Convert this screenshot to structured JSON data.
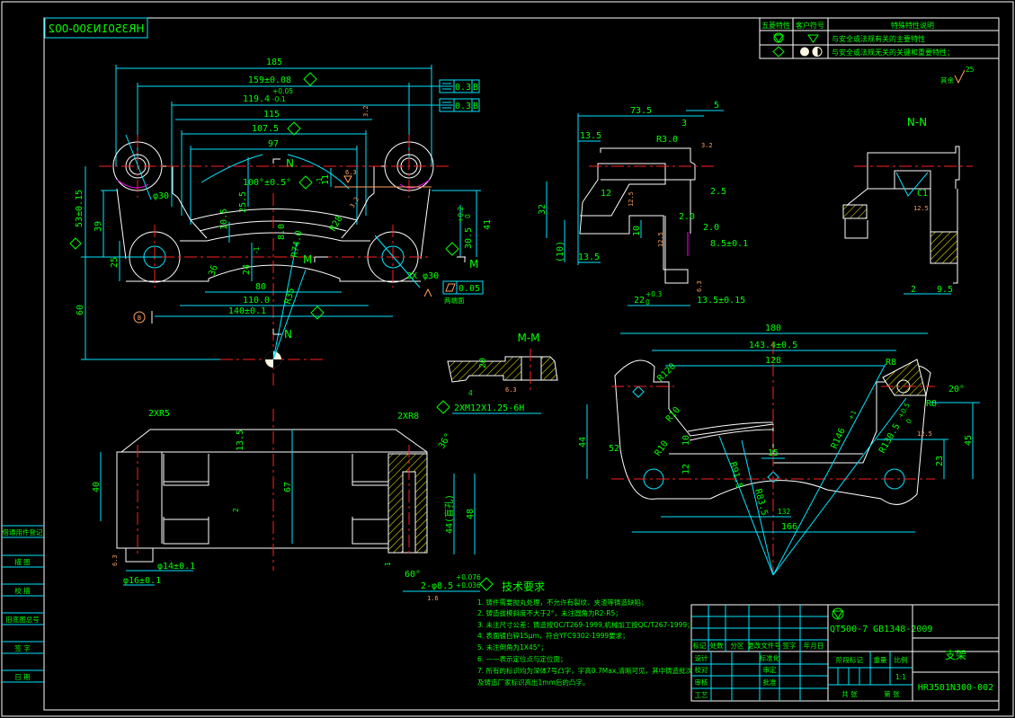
{
  "drawing": {
    "mirrored_code": "HR3501N300-002",
    "colors": {
      "background": "#000000",
      "outline": "#ffffff",
      "dimension": "#00e5ff",
      "text": "#00ff00",
      "centerline": "#ff2020",
      "surface_mark": "#ffa060"
    }
  },
  "legend_table": {
    "headers": [
      "五菱特性",
      "客户符号",
      "特殊特性说明"
    ],
    "rows": [
      {
        "wuling_symbol": "triangle-in-circle",
        "customer_symbol": "triangle",
        "desc": "与安全或法规有关的主要特性"
      },
      {
        "wuling_symbol": "diamond",
        "customer_symbol": "double-circle",
        "desc": "与安全或法规无关的关键和重要特性；"
      }
    ],
    "remaining_note": "其余",
    "remaining_roughness": "25"
  },
  "main_view": {
    "dims": {
      "d185": "185",
      "d159": "159±0.08",
      "d119": "119.4",
      "d119_tol": "+0.05",
      "d119_tol2": "-0.1",
      "d115": "115",
      "d107": "107.5",
      "d97": "97",
      "arrow_n_top": "N",
      "angle": "100°±0.5°",
      "d25_5": "25.5",
      "d10_5": "10.5",
      "d8": "8.0",
      "r74": "R74.0",
      "d36": "36",
      "d24": "24",
      "d24_tol": "-1",
      "d39": "39",
      "d53": "53±0.15",
      "d25": "25",
      "d60": "60",
      "d80": "80",
      "d110": "110.0",
      "d140": "140±0.1",
      "r35": "R35",
      "phi30": "φ30",
      "d11": "11",
      "d11_tol": "-1",
      "d41": "41",
      "d30_5": "30.5",
      "d30_5_tol": "+0.2",
      "d30_5_tol2": "0",
      "m_label": "M",
      "m_label2": "M",
      "n_label_bottom": "N",
      "hole2": "2X φ30",
      "flatness": "0.05",
      "datum_b": "B",
      "rough_63": "6.3",
      "rough_32": "3.2",
      "rough_32b": "3.2",
      "r28": "R28",
      "flat_note": "两端面"
    },
    "tol_frames": [
      {
        "symbol": "symmetry",
        "value": "0.3",
        "datum": "B"
      },
      {
        "symbol": "symmetry",
        "value": "0.3",
        "datum": "B"
      }
    ]
  },
  "side_view": {
    "dims": {
      "d73_5": "73.5",
      "d5": "5",
      "d13_5_top": "13.5",
      "d3": "3",
      "r3": "R3.0",
      "rough_32": "3.2",
      "d32": "32",
      "d12": "12",
      "rough_12_5": "12.5",
      "d2_5": "2.5",
      "d2_0a": "2.0",
      "d2_0b": "2.0",
      "d10": "10",
      "d10p": "(10)",
      "rough_12_5b": "12.5",
      "d8_5": "8.5±0.1",
      "d13_5_bot": "13.5",
      "rough_63": "6.3",
      "d22": "22",
      "d22_tol": "+0.3",
      "d22_tol2": "0",
      "d13_5_15": "13.5±0.15"
    }
  },
  "section_nn": {
    "title": "N-N",
    "chamfer": "C1",
    "rough": "12.5",
    "d2": "2",
    "d9_5": "9.5"
  },
  "section_mm": {
    "title": "M-M",
    "thread": "2XM12X1.25-6H",
    "rough": "6.3",
    "d20": "20",
    "d4": "4"
  },
  "bottom_view": {
    "dims": {
      "r5": "2XR5",
      "r8": "2XR8",
      "d13_5": "13.5",
      "d36": "36°",
      "d40": "40",
      "d67": "67",
      "d2": "2",
      "d44": "44(盲孔)",
      "d48": "48",
      "d1": "1",
      "d60": "60°",
      "phi14": "φ14±0.1",
      "phi16": "φ16±0.1",
      "hole": "2-φ8.5",
      "hole_tol": "+0.076",
      "hole_tol2": "+0.036",
      "rough_63": "6.3",
      "rough_16": "1.6"
    }
  },
  "plan_view": {
    "dims": {
      "d180": "180",
      "d143": "143.4±0.5",
      "d128": "128",
      "r120": "R120",
      "r10a": "R10",
      "r10b": "R10",
      "d52": "52",
      "d44": "44",
      "d10": "10",
      "d12": "12",
      "d15": "15",
      "r91": "R91.5",
      "r83": "R83.5",
      "d132": "132",
      "d166": "166",
      "r146": "R146",
      "r146_tol": "+1",
      "r130": "R130.5",
      "r130_tol": "+0.5",
      "r130_tol2": "0",
      "r8a": "R8",
      "r8b": "R8",
      "d20": "20°",
      "d45": "45",
      "d23": "23",
      "rough": "12.5"
    }
  },
  "tech_requirements": {
    "title": "技术要求",
    "items": [
      "1. 铸件需要抛丸处理，不允许有裂纹、夹渣等铸造缺陷；",
      "2. 铸造拔模斜度不大于2°，未注圆角为R2-R5；",
      "3. 未注尺寸公差：铸造按QC/T269-1999,机械加工按QC/T267-1999；",
      "4. 表面镀白锌15μm，符合YFC9302-1999要求；",
      "5. 未注倒角为1X45°；",
      "6. ——表示定位点与定位面；",
      "7. 所有的标识均为深体7号凸字，字高0.7Max,清晰可见，其中铸造批次",
      "   及铸造厂家标识高出1mm后的凸字。"
    ]
  },
  "side_strip": {
    "labels": [
      "借通用件登记",
      "描 图",
      "校 描",
      "旧底图总号",
      "签 字",
      "日 期"
    ]
  },
  "title_block": {
    "material": "QT500-7 GB1348-2009",
    "part_name": "支架",
    "part_number": "HR3501N300-002",
    "rev_headers": [
      "标记",
      "处数",
      "分区",
      "更改文件号",
      "签字",
      "年月日"
    ],
    "row_labels": [
      "设计",
      "校对",
      "审核",
      "工艺"
    ],
    "mid_labels": [
      "标准化",
      "审定",
      "批准"
    ],
    "stage_headers": [
      "阶段标记",
      "重量",
      "比例"
    ],
    "scale": "1:1",
    "sheet_total": "共 张",
    "sheet_no": "第 张"
  }
}
